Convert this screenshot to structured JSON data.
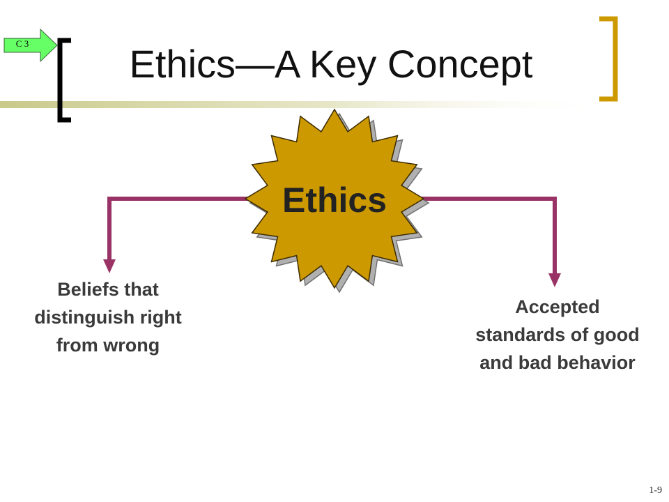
{
  "slide": {
    "title": "Ethics—A Key Concept",
    "badge": "C 3",
    "center_label": "Ethics",
    "branches": [
      {
        "text": "Beliefs that distinguish right from wrong"
      },
      {
        "text": "Accepted standards of good and bad behavior"
      }
    ],
    "page_number": "1-9"
  },
  "colors": {
    "star_fill": "#CC9900",
    "connector": "#993366",
    "badge_fill": "#66FF66",
    "bracket_right": "#CC9900",
    "bracket_left": "#000000",
    "title_bar": "#C9C98A"
  },
  "icons": {
    "badge": "arrow-right-icon"
  }
}
